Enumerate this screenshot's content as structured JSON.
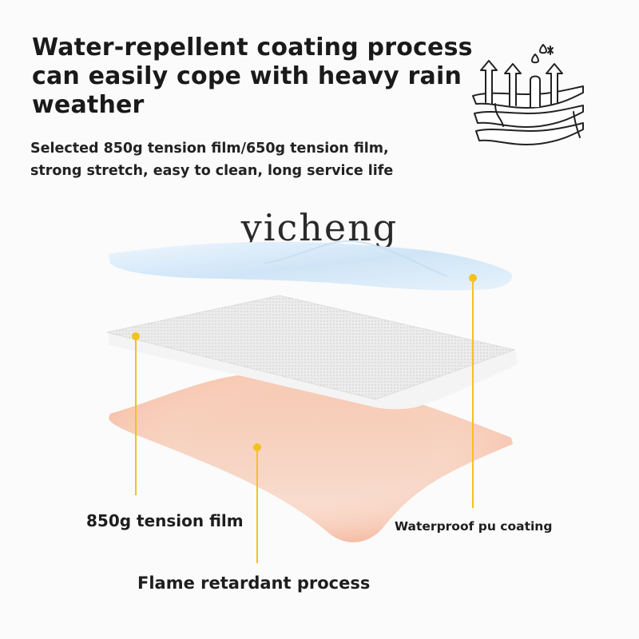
{
  "headline": {
    "line1": "Water-repellent coating process",
    "line2": "can easily cope with heavy rain",
    "line3": "weather"
  },
  "subtitle": {
    "line1": "Selected 850g tension film/650g tension film,",
    "line2": "strong stretch, easy to clean, long service life"
  },
  "brand": "yicheng",
  "icons": {
    "layers": "waterproof-layers-icon"
  },
  "labels": {
    "tension_film": "850g tension film",
    "pu_coating": "Waterproof pu coating",
    "flame_retardant": "Flame retardant process"
  },
  "colors": {
    "marker": "#f3c21c",
    "top_layer": "#cfe6f8",
    "mid_layer": "#e6e6e6",
    "bottom_layer": "#f4a98a"
  }
}
